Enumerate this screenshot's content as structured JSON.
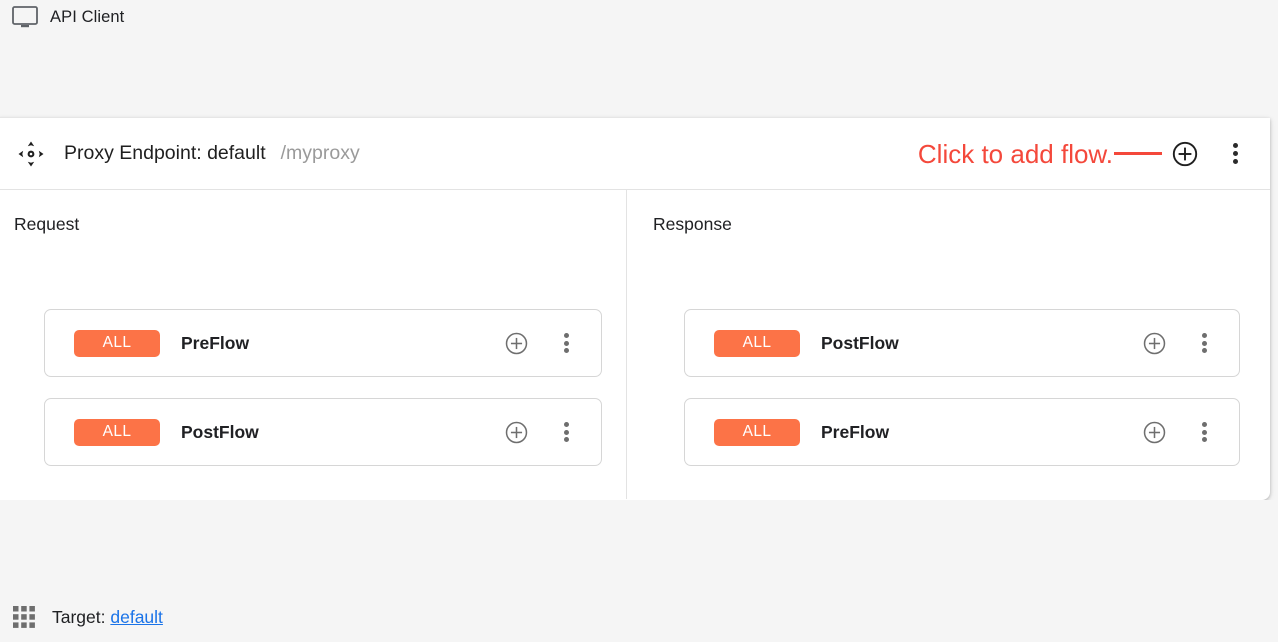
{
  "client": {
    "label": "API Client",
    "icon": "monitor-icon"
  },
  "proxy_header": {
    "drag_icon": "move-handle-icon",
    "title": "Proxy Endpoint: default",
    "path": "/myproxy",
    "annotation_text": "Click to add flow.",
    "annotation_color": "#f4483b",
    "add_icon": "circle-plus-icon",
    "menu_icon": "more-vertical-icon"
  },
  "columns": [
    {
      "title": "Request",
      "direction": "down",
      "flows": [
        {
          "badge": "ALL",
          "name": "PreFlow",
          "add_icon": "circle-plus-icon",
          "menu_icon": "more-vertical-icon"
        },
        {
          "badge": "ALL",
          "name": "PostFlow",
          "add_icon": "circle-plus-icon",
          "menu_icon": "more-vertical-icon"
        }
      ]
    },
    {
      "title": "Response",
      "direction": "up",
      "flows": [
        {
          "badge": "ALL",
          "name": "PostFlow",
          "add_icon": "circle-plus-icon",
          "menu_icon": "more-vertical-icon"
        },
        {
          "badge": "ALL",
          "name": "PreFlow",
          "add_icon": "circle-plus-icon",
          "menu_icon": "more-vertical-icon"
        }
      ]
    }
  ],
  "target": {
    "grid_icon": "apps-grid-icon",
    "label": "Target:",
    "link": "default",
    "link_color": "#1a73e8"
  },
  "colors": {
    "badge_orange": "#fc7347",
    "annotation_red": "#f4483b",
    "link_blue": "#1a73e8",
    "connector_gray": "#888888",
    "page_bg": "#f5f5f5",
    "card_bg": "#ffffff"
  }
}
